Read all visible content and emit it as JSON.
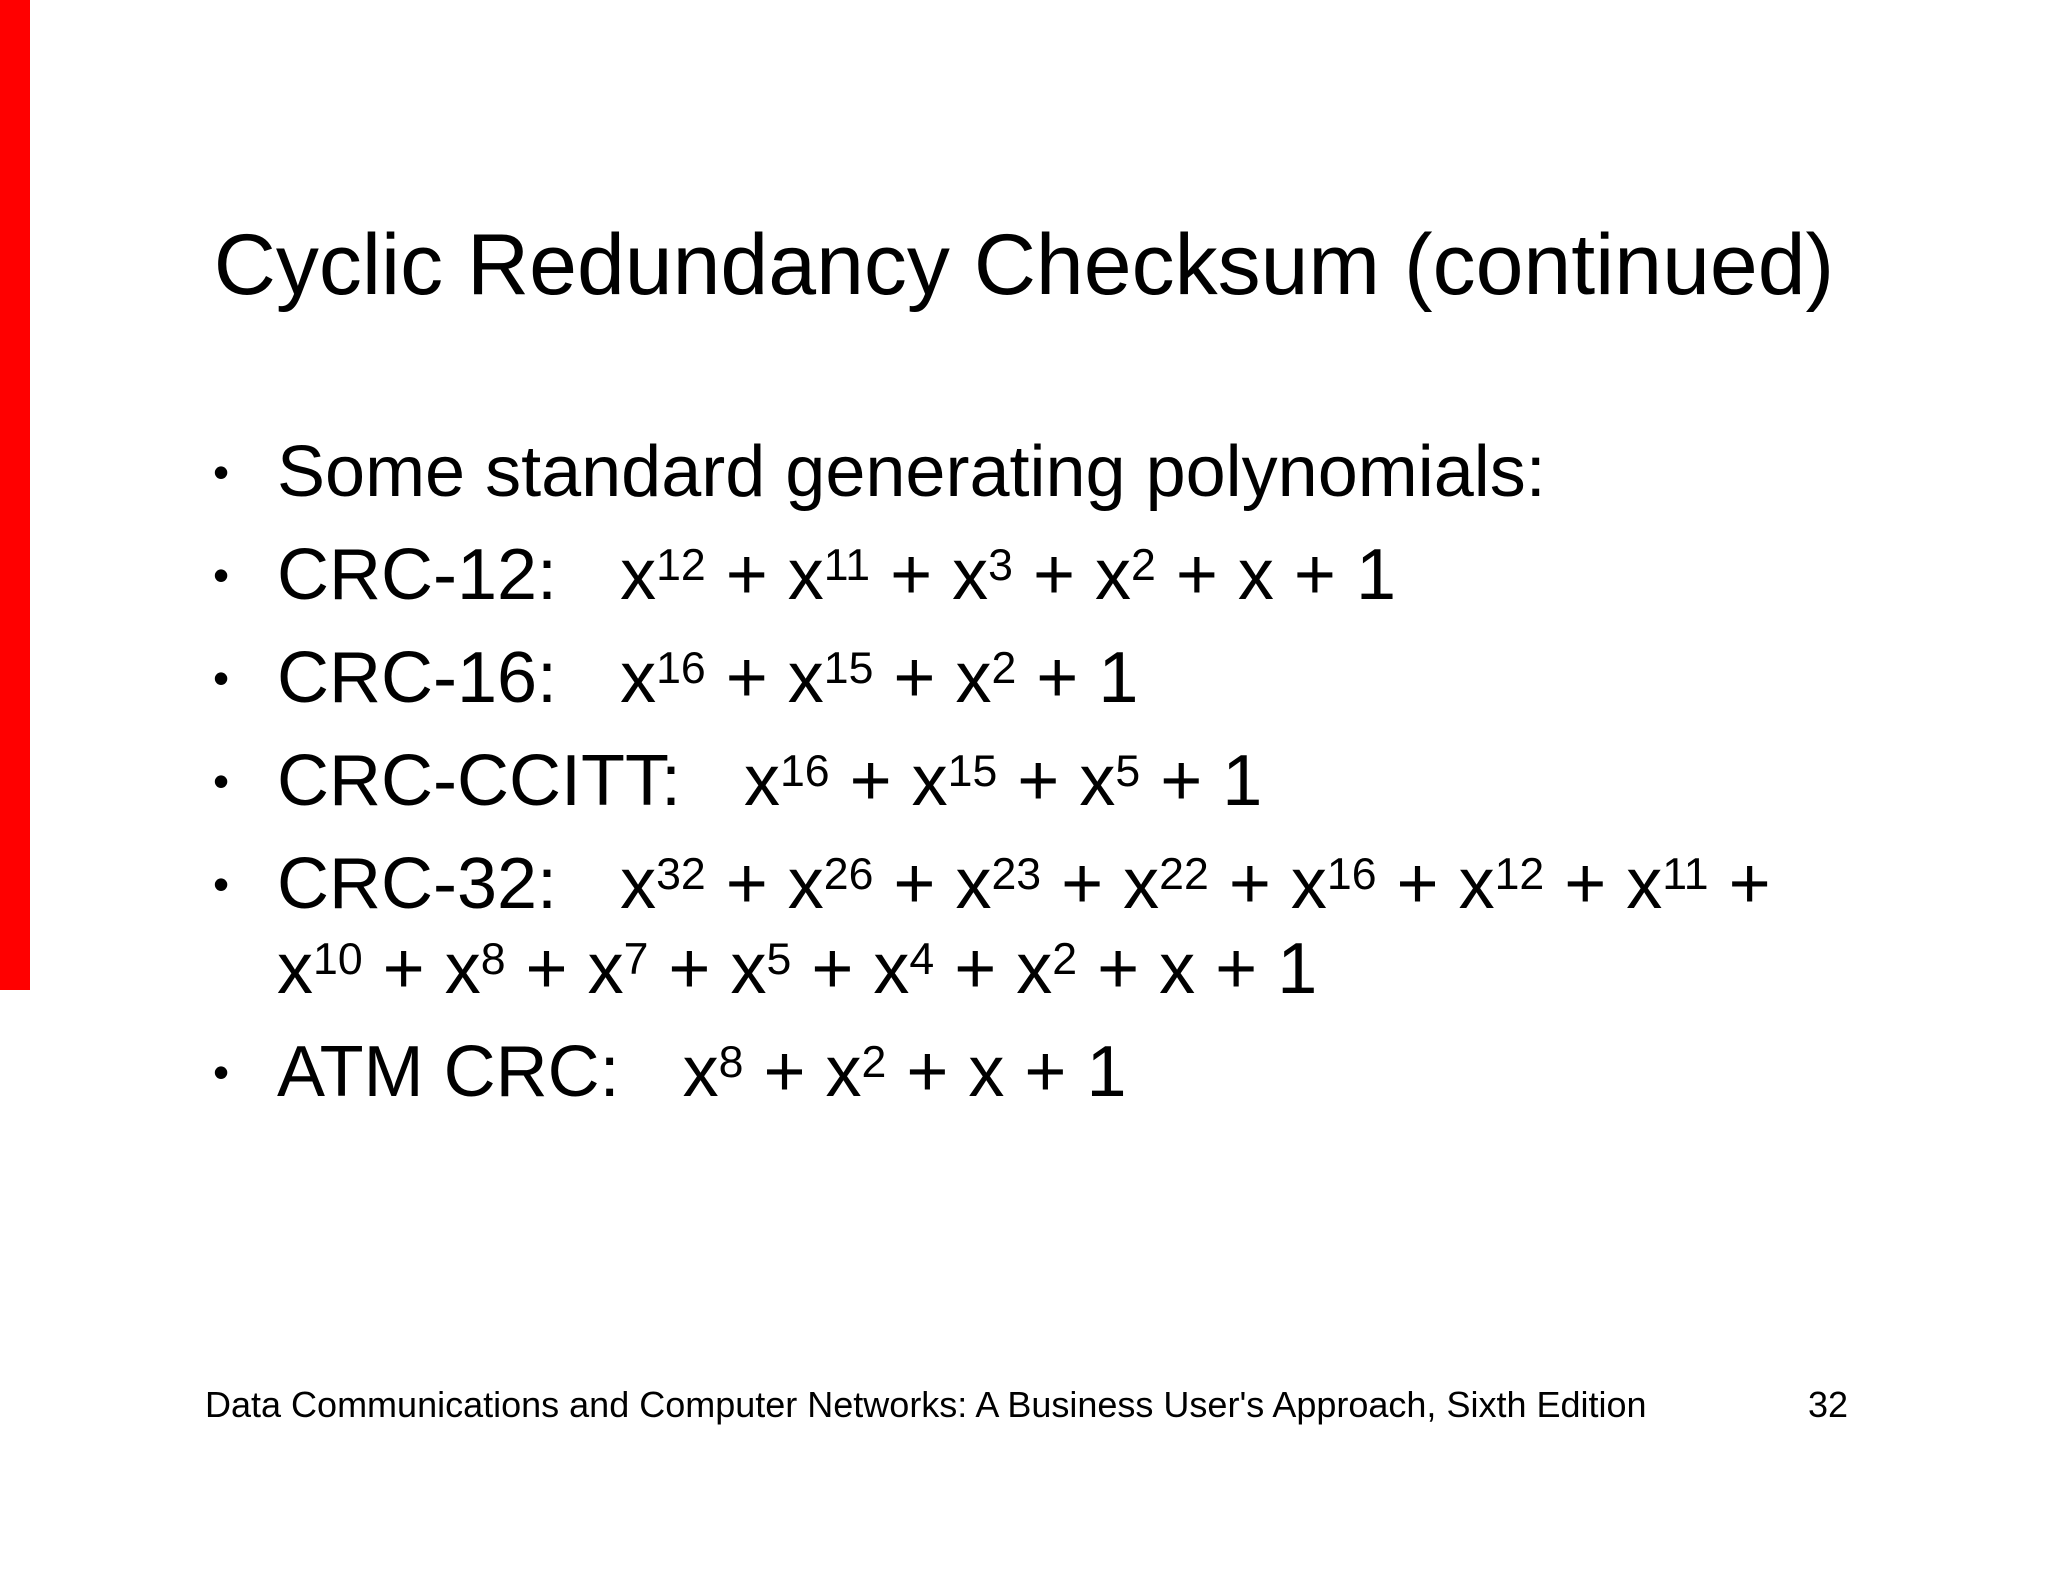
{
  "slide": {
    "title": "Cyclic Redundancy Checksum (continued)",
    "accent_bar_color": "#ff0000",
    "bullets": [
      {
        "label": "Some standard generating polynomials:",
        "formula": ""
      },
      {
        "label": "CRC-12:",
        "formula": "x^12 + x^11 + x^3 + x^2 + x + 1"
      },
      {
        "label": "CRC-16:",
        "formula": "x^16 + x^15 + x^2 + 1"
      },
      {
        "label": "CRC-CCITT:",
        "formula": "x^16 + x^15 + x^5 + 1"
      },
      {
        "label": "CRC-32:",
        "formula": "x^32 + x^26 + x^23 + x^22 + x^16 + x^12 + x^11 +\nx^10 + x^8 + x^7 + x^5 + x^4 + x^2 + x + 1"
      },
      {
        "label": "ATM CRC:",
        "formula": "x^8 + x^2 + x + 1"
      }
    ],
    "footer": {
      "text": "Data Communications and Computer Networks: A Business User's Approach, Sixth Edition",
      "page_number": "32"
    }
  }
}
